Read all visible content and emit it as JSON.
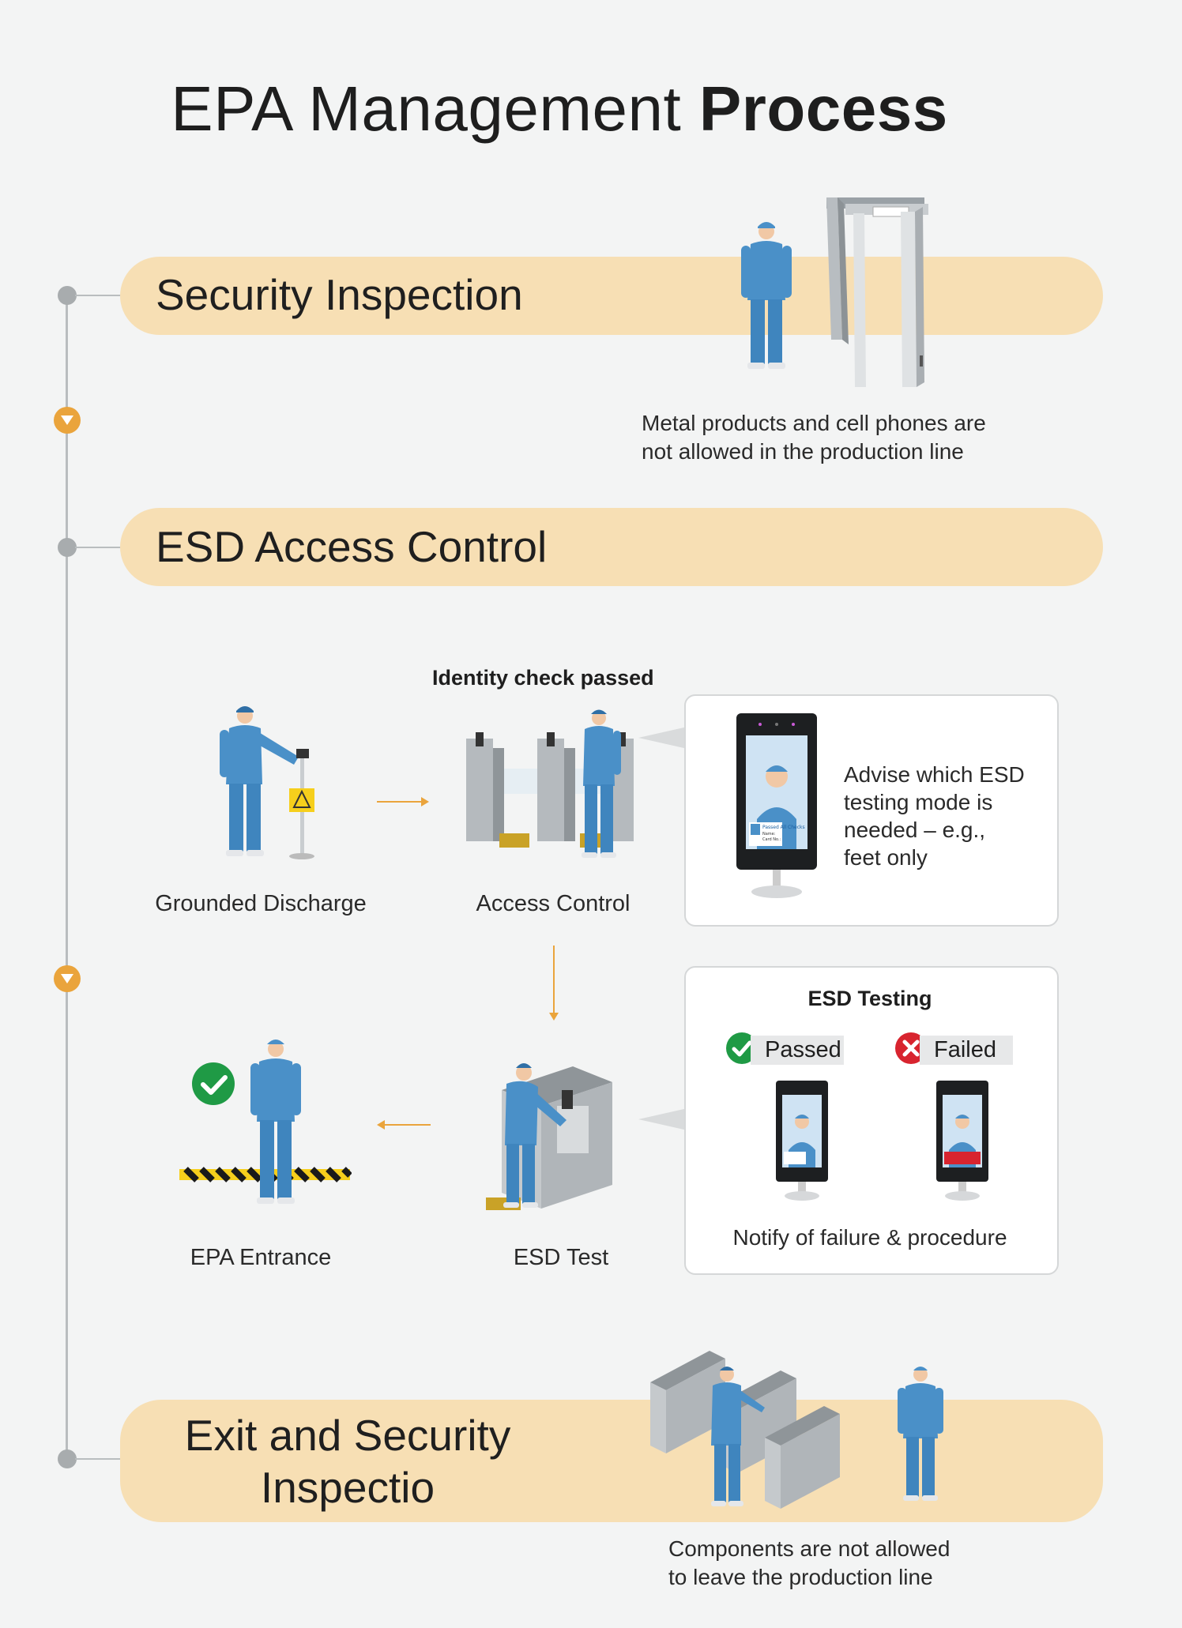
{
  "title": {
    "regular": "EPA Management ",
    "bold": "Process"
  },
  "stages": {
    "security": {
      "label": "Security Inspection",
      "caption": [
        "Metal products and cell phones are",
        "not allowed in the production line"
      ]
    },
    "esd_access": {
      "label": "ESD Access Control"
    },
    "exit": {
      "label": [
        "Exit and Security",
        "Inspectio"
      ],
      "caption": [
        "Components are not allowed",
        "to leave the production line"
      ]
    }
  },
  "flow": {
    "identity_title": "Identity check passed",
    "grounded": "Grounded Discharge",
    "access_control": "Access Control",
    "esd_test": "ESD Test",
    "epa_entrance": "EPA Entrance",
    "advise_text": [
      "Advise which ESD",
      "testing mode is",
      "needed – e.g.,",
      "feet only"
    ],
    "terminal_screen": [
      "Passed All Checks",
      "Name:",
      "Card No.:"
    ]
  },
  "esd_testing": {
    "title": "ESD Testing",
    "passed": "Passed",
    "failed": "Failed",
    "notify": "Notify of failure & procedure"
  },
  "colors": {
    "background": "#f3f4f4",
    "band": "#f7dfb4",
    "accent": "#eaa43c",
    "worker": "#4a90c8",
    "pass": "#1f9a45",
    "fail": "#d8242f"
  },
  "icons": [
    "chevron-down-icon",
    "check-circle-icon",
    "cross-circle-icon",
    "arrow-right-icon",
    "arrow-down-icon",
    "arrow-left-icon"
  ]
}
